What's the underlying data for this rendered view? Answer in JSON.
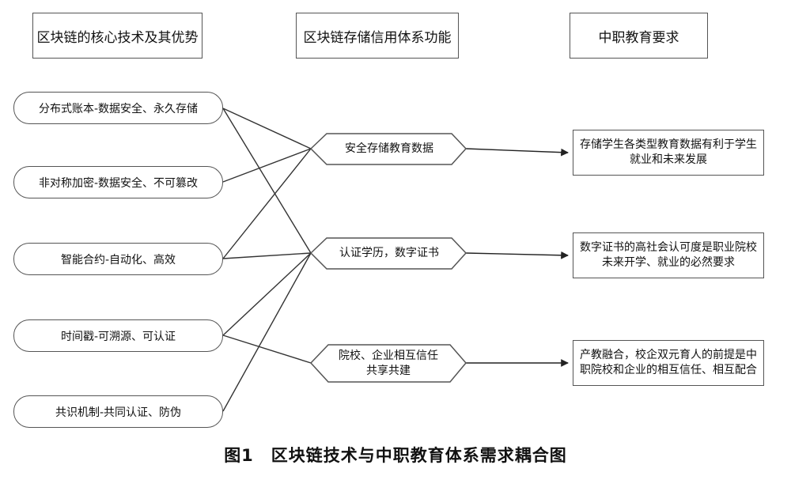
{
  "headers": {
    "col1": "区块链的核心技术及其优势",
    "col2": "区块链存储信用体系功能",
    "col3": "中职教育要求"
  },
  "technologies": [
    "分布式账本-数据安全、永久存储",
    "非对称加密-数据安全、不可篡改",
    "智能合约-自动化、高效",
    "时间戳-可溯源、可认证",
    "共识机制-共同认证、防伪"
  ],
  "functions": [
    {
      "line1": "安全存储教育数据",
      "line2": ""
    },
    {
      "line1": "认证学历，数字证书",
      "line2": ""
    },
    {
      "line1": "院校、企业相互信任",
      "line2": "共享共建"
    }
  ],
  "requirements": [
    {
      "line1": "存储学生各类型教育数据有利于学生",
      "line2": "就业和未来发展"
    },
    {
      "line1": "数字证书的高社会认可度是职业院校",
      "line2": "未来开学、就业的必然要求"
    },
    {
      "line1": "产教融合，校企双元育人的前提是中",
      "line2": "职院校和企业的相互信任、相互配合"
    }
  ],
  "caption": "图1　区块链技术与中职教育体系需求耦合图",
  "colors": {
    "line": "#333333",
    "border": "#555555"
  }
}
